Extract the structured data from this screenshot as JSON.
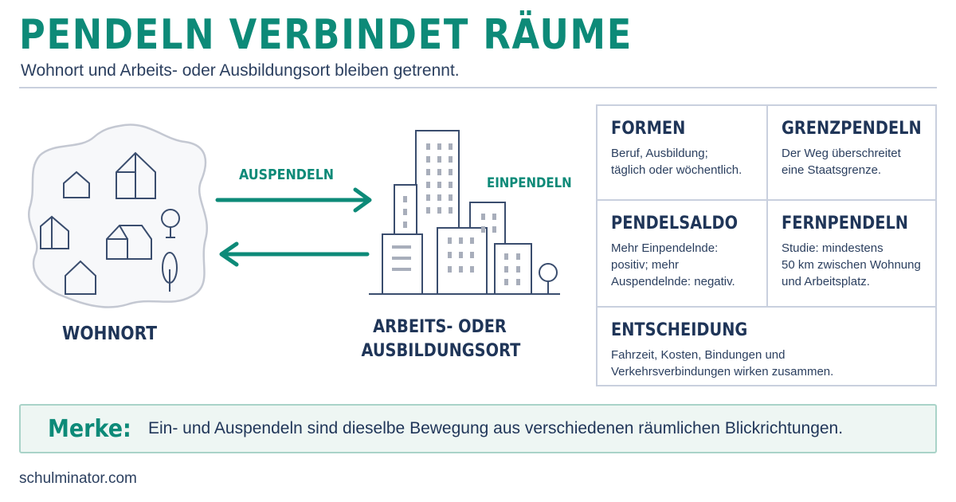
{
  "header": {
    "title": "PENDELN VERBINDET RÄUME",
    "subtitle": "Wohnort und Arbeits- oder Ausbildungsort bleiben getrennt."
  },
  "diagram": {
    "home_label": "WOHNORT",
    "work_label": "ARBEITS- ODER\nAUSBILDUNGSORT",
    "outbound_label": "AUSPENDELN",
    "inbound_label": "EINPENDELN",
    "colors": {
      "accent": "#0d8a78",
      "navy": "#1f3558",
      "line": "#3a4d6e",
      "blob": "#c4c8d2"
    }
  },
  "cards": [
    {
      "title": "FORMEN",
      "text": "Beruf, Ausbildung;\ntäglich oder wöchentlich."
    },
    {
      "title": "GRENZPENDELN",
      "text": "Der Weg überschreitet\neine Staatsgrenze."
    },
    {
      "title": "PENDELSALDO",
      "text": "Mehr Einpendelnde:\npositiv; mehr\nAuspendelnde: negativ."
    },
    {
      "title": "FERNPENDELN",
      "text": "Studie: mindestens\n50 km zwischen Wohnung\nund Arbeitsplatz."
    },
    {
      "title": "ENTSCHEIDUNG",
      "text": "Fahrzeit, Kosten, Bindungen und\nVerkehrsverbindungen wirken zusammen."
    }
  ],
  "merke": {
    "keyword": "Merke:",
    "text": "Ein- und Auspendeln sind dieselbe Bewegung aus verschiedenen räumlichen Blickrichtungen."
  },
  "footer": {
    "source": "schulminator.com"
  }
}
